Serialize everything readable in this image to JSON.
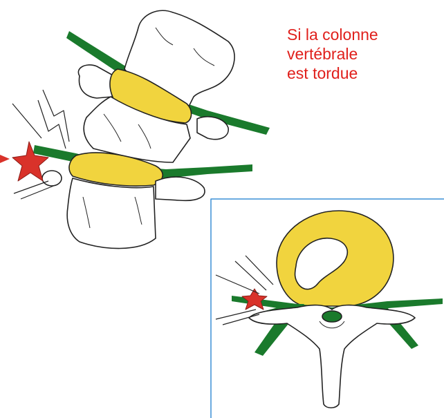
{
  "caption": {
    "lines": [
      "Si la colonne",
      "vertébrale",
      "est tordue"
    ],
    "color": "#e0201c"
  },
  "colors": {
    "nerve": "#1a7a2c",
    "disc": "#f1d43e",
    "outline": "#222222",
    "pain_star": "#d9322a",
    "inset_border": "#3a8fd6"
  },
  "illustrations": [
    {
      "id": "spine-side-view",
      "icons": [
        "vertebra-icon",
        "disc-icon",
        "nerve-root-icon",
        "pain-star-icon",
        "lightning-icon",
        "arrow-icon"
      ]
    },
    {
      "id": "spine-top-view-inset",
      "icons": [
        "disc-icon",
        "vertebra-icon",
        "nerve-root-icon",
        "pain-star-icon"
      ]
    }
  ]
}
